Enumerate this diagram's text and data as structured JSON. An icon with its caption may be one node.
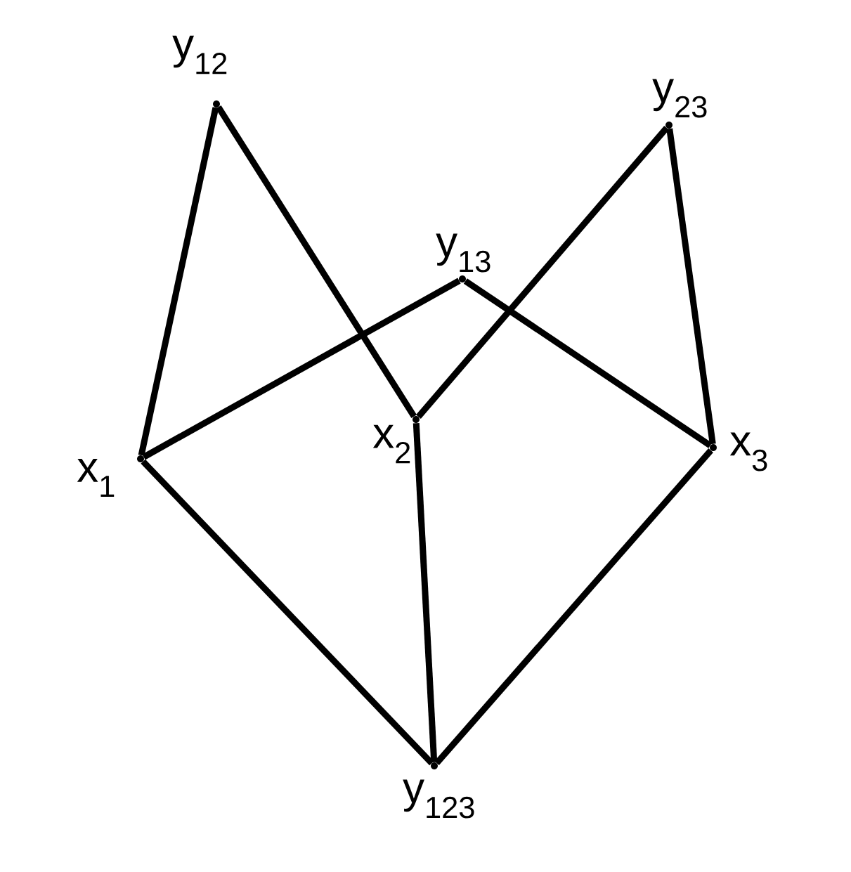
{
  "diagram": {
    "nodes": [
      {
        "text": [],
        "shape": "point",
        "beside": [
          "y$_{12}$"
        ]
      },
      {
        "text": [],
        "shape": "point",
        "beside": [
          "y$_{23}$"
        ]
      },
      {
        "text": [],
        "shape": "point",
        "beside": [
          "y$_{13}$"
        ]
      },
      {
        "text": [],
        "shape": "point",
        "beside": [
          "x$_{1}$"
        ]
      },
      {
        "text": [],
        "shape": "point",
        "beside": [
          "x$_{2}$"
        ]
      },
      {
        "text": [],
        "shape": "point",
        "beside": [
          "x$_{3}$"
        ]
      },
      {
        "text": [],
        "shape": "point",
        "beside": [
          "y$_{123}$"
        ]
      }
    ],
    "edges": [
      {
        "from": 3,
        "to": 0,
        "arrow": "none"
      },
      {
        "from": 0,
        "to": 4,
        "arrow": "none"
      },
      {
        "from": 3,
        "to": 2,
        "arrow": "none"
      },
      {
        "from": 2,
        "to": 5,
        "arrow": "none"
      },
      {
        "from": 4,
        "to": 1,
        "arrow": "none"
      },
      {
        "from": 1,
        "to": 5,
        "arrow": "none"
      },
      {
        "from": 3,
        "to": 6,
        "arrow": "none"
      },
      {
        "from": 4,
        "to": 6,
        "arrow": "none"
      },
      {
        "from": 5,
        "to": 6,
        "arrow": "none"
      }
    ]
  }
}
